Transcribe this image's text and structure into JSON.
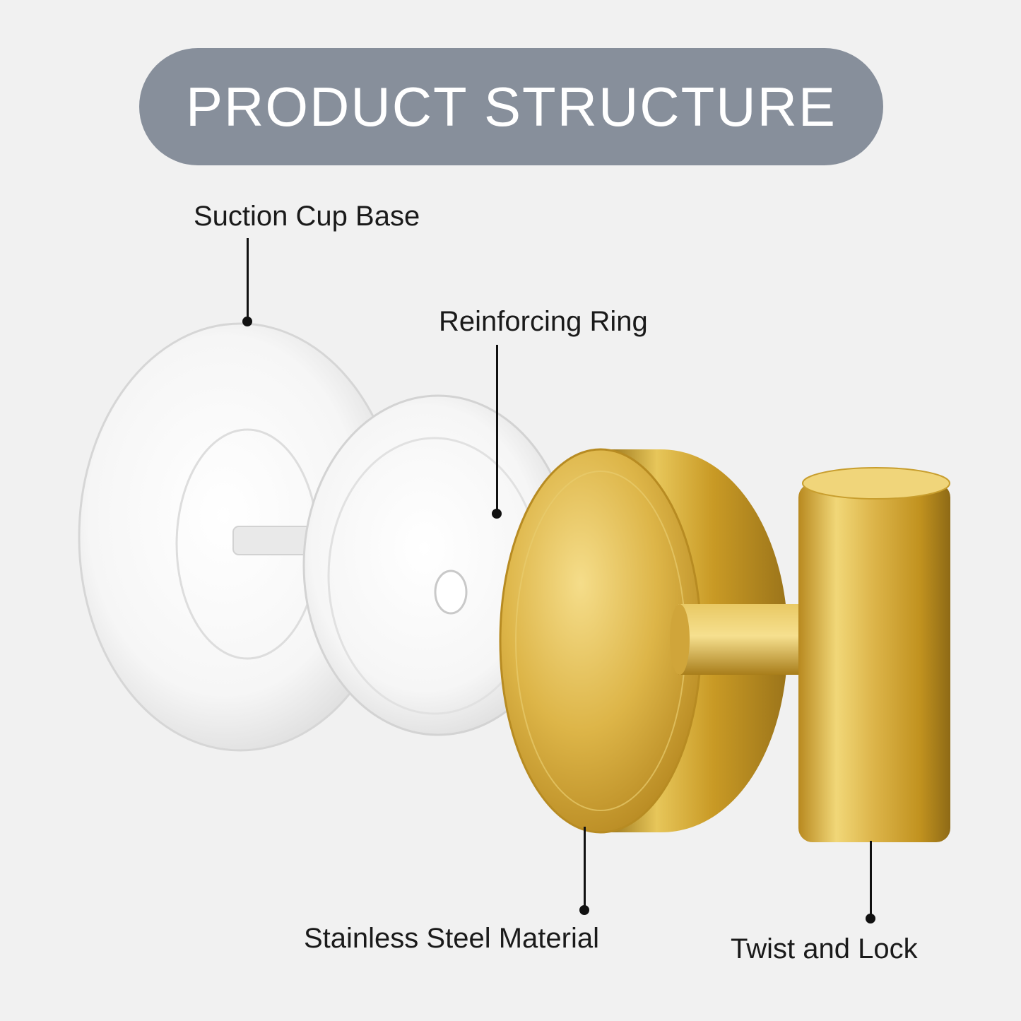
{
  "header": {
    "title": "PRODUCT STRUCTURE",
    "pill_color": "#878f9b"
  },
  "callouts": [
    {
      "label": "Suction Cup Base"
    },
    {
      "label": "Reinforcing Ring"
    },
    {
      "label": "Stainless Steel Material"
    },
    {
      "label": "Twist and Lock"
    }
  ],
  "colors": {
    "background": "#f1f1f1",
    "gold": "#d4ad3a",
    "clear": "#ffffff"
  }
}
